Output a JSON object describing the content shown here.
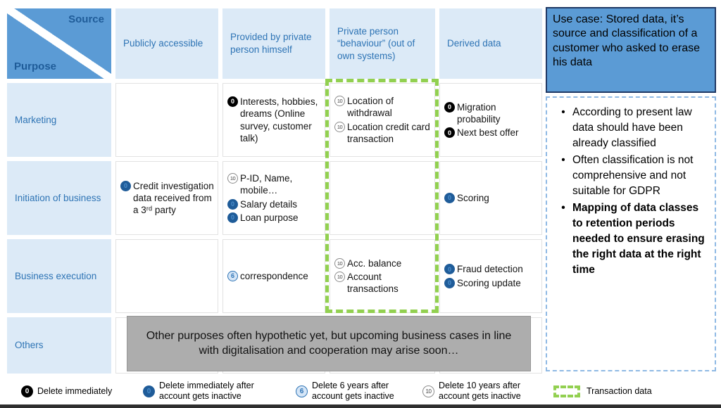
{
  "corner": {
    "source": "Source",
    "purpose": "Purpose"
  },
  "columns": [
    "Publicly accessible",
    "Provided by private person himself",
    "Private person “behaviour” (out of own systems)",
    "Derived data"
  ],
  "rows": [
    "Marketing",
    "Initiation of business",
    "Business execution",
    "Others"
  ],
  "cells": [
    {
      "cols": [
        {
          "items": []
        },
        {
          "items": [
            {
              "badge": "0",
              "text": "Interests, hobbies, dreams (Online survey, customer talk)"
            }
          ]
        },
        {
          "items": [
            {
              "badge": "10",
              "text": "Location of withdrawal"
            },
            {
              "badge": "10",
              "text": "Location credit card transaction"
            }
          ]
        },
        {
          "items": [
            {
              "badge": "0",
              "text": "Migration probability"
            },
            {
              "badge": "0",
              "text": "Next best offer"
            }
          ]
        }
      ]
    },
    {
      "cols": [
        {
          "items": [
            {
              "badge": "0",
              "text": "Credit investigation data received from a 3ʳᵈ party"
            }
          ]
        },
        {
          "items": [
            {
              "badge": "10",
              "text": "P-ID, Name, mobile…"
            },
            {
              "badge": "0",
              "text": "Salary details"
            },
            {
              "badge": "0",
              "text": "Loan purpose"
            }
          ]
        },
        {
          "items": []
        },
        {
          "items": [
            {
              "badge": "0",
              "text": "Scoring"
            }
          ]
        }
      ]
    },
    {
      "cols": [
        {
          "items": []
        },
        {
          "items": [
            {
              "badge": "6",
              "text": "correspondence"
            }
          ]
        },
        {
          "items": [
            {
              "badge": "10",
              "text": "Acc. balance"
            },
            {
              "badge": "10",
              "text": "Account transactions"
            }
          ]
        },
        {
          "items": [
            {
              "badge": "0",
              "text": "Fraud detection"
            },
            {
              "badge": "0",
              "text": "Scoring update"
            }
          ]
        }
      ]
    },
    {
      "cols": [
        {
          "items": []
        },
        {
          "items": []
        },
        {
          "items": []
        },
        {
          "items": []
        }
      ]
    }
  ],
  "others_note": "Other purposes often hypothetic yet, but upcoming business cases in line with digitalisation and cooperation may arise soon…",
  "use_case": "Use case: Stored data, it’s source and classification of a customer who asked to erase his data",
  "notes": [
    "According to present law data should have been already classified",
    "Often classification is not comprehensive and not suitable for GDPR",
    "Mapping of data classes to retention periods needed to ensure erasing the right data at the right time"
  ],
  "legend": [
    {
      "badge": "0",
      "label": "Delete immediately"
    },
    {
      "badge": "0",
      "label": "Delete immediately after account gets inactive"
    },
    {
      "badge": "6",
      "label": "Delete 6 years after account gets inactive"
    },
    {
      "badge": "10",
      "label": "Delete 10 years after account gets inactive"
    },
    {
      "label": "Transaction data"
    }
  ],
  "colors": {
    "accent_blue": "#5B9BD5",
    "header_fill": "#DCEAF7",
    "header_text": "#2E74B5",
    "badge_black": "#000000",
    "badge_blue": "#1F5C99",
    "transaction_green": "#92D050",
    "note_gray": "#ADADAD"
  }
}
